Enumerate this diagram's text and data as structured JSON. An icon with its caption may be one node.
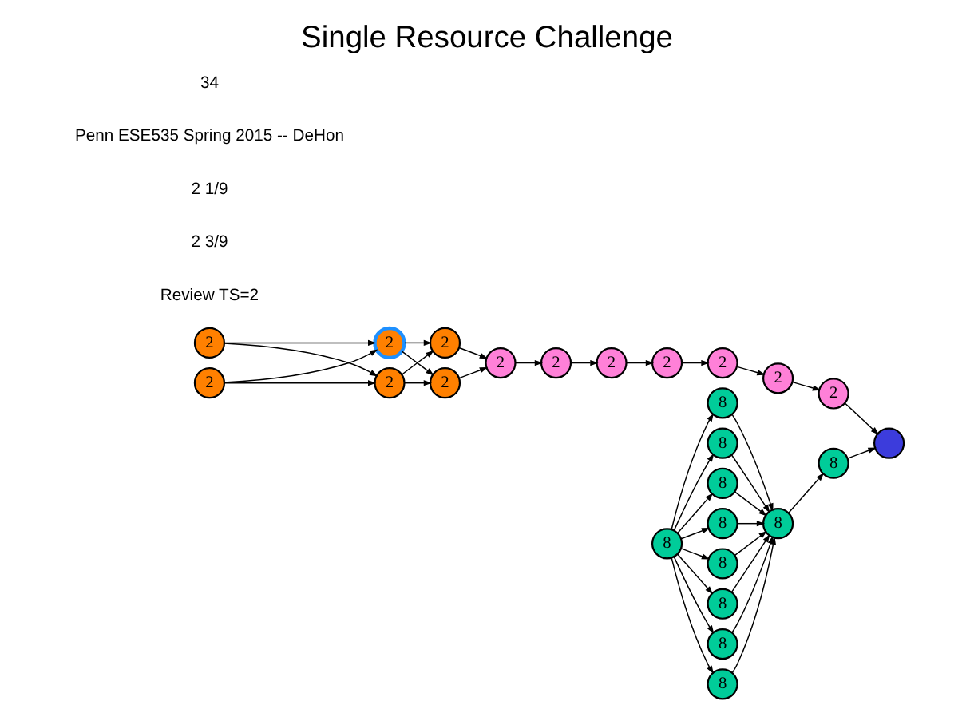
{
  "diagram": {
    "title": "Single Resource Challenge",
    "nodes": [
      {
        "text": [
          "2"
        ]
      },
      {
        "text": [
          "2"
        ]
      },
      {
        "text": [
          "2"
        ]
      },
      {
        "text": [
          "2"
        ]
      },
      {
        "text": [
          "2"
        ]
      },
      {
        "text": [
          "2"
        ]
      },
      {
        "text": [
          "2"
        ]
      },
      {
        "text": [
          "2"
        ]
      },
      {
        "text": [
          "2"
        ]
      },
      {
        "text": [
          "2"
        ]
      },
      {
        "text": [
          "2"
        ]
      },
      {
        "text": [
          "2"
        ]
      },
      {
        "text": [
          "2"
        ]
      },
      {
        "text": [
          "8"
        ]
      },
      {
        "text": [
          "8"
        ]
      },
      {
        "text": [
          "8"
        ]
      },
      {
        "text": [
          "8"
        ]
      },
      {
        "text": [
          "8"
        ]
      },
      {
        "text": [
          "8"
        ]
      },
      {
        "text": [
          "8"
        ]
      },
      {
        "text": [
          "8"
        ]
      },
      {
        "text": [
          "8"
        ]
      },
      {
        "text": [
          "8"
        ]
      },
      {
        "text": [
          "8"
        ]
      },
      {
        "text": [],
        "shape": "circle"
      }
    ],
    "edges": [
      {
        "from": 0,
        "to": 1,
        "arrow": "to"
      },
      {
        "from": 0,
        "to": 11,
        "arrow": "to"
      },
      {
        "from": 10,
        "to": 1,
        "arrow": "to"
      },
      {
        "from": 10,
        "to": 11,
        "arrow": "to"
      },
      {
        "from": 1,
        "to": 2,
        "arrow": "to"
      },
      {
        "from": 1,
        "to": 12,
        "arrow": "to"
      },
      {
        "from": 11,
        "to": 2,
        "arrow": "to"
      },
      {
        "from": 11,
        "to": 12,
        "arrow": "to"
      },
      {
        "from": 2,
        "to": 3,
        "arrow": "to"
      },
      {
        "from": 12,
        "to": 3,
        "arrow": "to"
      },
      {
        "from": 3,
        "to": 4,
        "arrow": "to"
      },
      {
        "from": 4,
        "to": 5,
        "arrow": "to"
      },
      {
        "from": 5,
        "to": 6,
        "arrow": "to"
      },
      {
        "from": 6,
        "to": 7,
        "arrow": "to"
      },
      {
        "from": 7,
        "to": 8,
        "arrow": "to"
      },
      {
        "from": 8,
        "to": 9,
        "arrow": "to"
      },
      {
        "from": 9,
        "to": 24,
        "arrow": "to"
      },
      {
        "from": 13,
        "to": 14,
        "arrow": "to"
      },
      {
        "from": 13,
        "to": 15,
        "arrow": "to"
      },
      {
        "from": 13,
        "to": 16,
        "arrow": "to"
      },
      {
        "from": 13,
        "to": 17,
        "arrow": "to"
      },
      {
        "from": 13,
        "to": 18,
        "arrow": "to"
      },
      {
        "from": 13,
        "to": 19,
        "arrow": "to"
      },
      {
        "from": 13,
        "to": 20,
        "arrow": "to"
      },
      {
        "from": 13,
        "to": 21,
        "arrow": "to"
      },
      {
        "from": 14,
        "to": 22,
        "arrow": "to"
      },
      {
        "from": 15,
        "to": 22,
        "arrow": "to"
      },
      {
        "from": 16,
        "to": 22,
        "arrow": "to"
      },
      {
        "from": 17,
        "to": 22,
        "arrow": "to"
      },
      {
        "from": 18,
        "to": 22,
        "arrow": "to"
      },
      {
        "from": 19,
        "to": 22,
        "arrow": "to"
      },
      {
        "from": 20,
        "to": 22,
        "arrow": "to"
      },
      {
        "from": 21,
        "to": 22,
        "arrow": "to"
      },
      {
        "from": 22,
        "to": 23,
        "arrow": "to"
      },
      {
        "from": 23,
        "to": 24,
        "arrow": "to"
      }
    ],
    "labels": [
      "Review TS=2",
      "2 3/9",
      "2 1/9",
      "Penn ESE535 Spring 2015 -- DeHon",
      "34"
    ]
  }
}
